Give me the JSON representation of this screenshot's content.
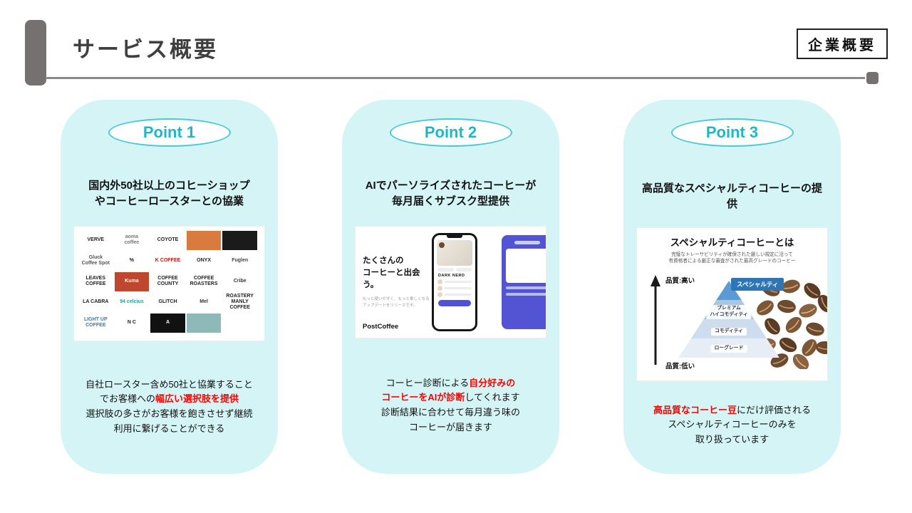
{
  "colors": {
    "accent_teal": "#1cb8c8",
    "card_bg": "#d5f4f5",
    "highlight_red": "#ff0000",
    "pyramid_blue": "#2e75b6"
  },
  "header": {
    "title": "サービス概要",
    "badge": "企業概要"
  },
  "cards": [
    {
      "point": "Point 1",
      "heading": "国内外50社以上のコヒーショップ\nやコーヒーロースターとの協業",
      "desc_segments": [
        {
          "text": "自社ロースター含め50社と協業すること\nでお客様への",
          "red": false
        },
        {
          "text": "幅広い選択肢を提供",
          "red": true
        },
        {
          "text": "\n選択肢の多さがお客様を飽きさせず継続\n利用に繋げることができる",
          "red": false
        }
      ],
      "logos": [
        {
          "t": "VERVE"
        },
        {
          "t": "aoma\ncoffee",
          "c": "#777"
        },
        {
          "t": "COYOTE"
        },
        {
          "t": "",
          "b": "#d97b3f"
        },
        {
          "t": "",
          "b": "#1b1b1b"
        },
        {
          "t": "Gluck\nCoffee Spot",
          "c": "#555"
        },
        {
          "t": "%",
          "c": "#111"
        },
        {
          "t": "K COFFEE",
          "c": "#b71c1c"
        },
        {
          "t": "ONYX"
        },
        {
          "t": "Fuglen",
          "c": "#444"
        },
        {
          "t": "LEAVES\nCOFFEE"
        },
        {
          "t": "Kuma",
          "b": "#c0472f",
          "c": "#fff"
        },
        {
          "t": "COFFEE\nCOUNTY"
        },
        {
          "t": "COFFEE\nROASTERS"
        },
        {
          "t": "Cribe",
          "c": "#333"
        },
        {
          "t": "LA CABRA"
        },
        {
          "t": "94 celcius",
          "c": "#2a9d8f"
        },
        {
          "t": "GLITCH"
        },
        {
          "t": "Mel",
          "c": "#333"
        },
        {
          "t": "ROASTERY\nMANLY COFFEE"
        },
        {
          "t": "LIGHT UP\nCOFFEE",
          "c": "#2a7fb8"
        },
        {
          "t": "N C"
        },
        {
          "t": "A",
          "b": "#111",
          "c": "#fff"
        },
        {
          "t": "",
          "b": "#8fb8b8"
        }
      ]
    },
    {
      "point": "Point 2",
      "heading": "AIでパーソライズされたコーヒーが\n毎月届くサブスク型提供",
      "desc_segments": [
        {
          "text": "コーヒー診断による",
          "red": false
        },
        {
          "text": "自分好みの\nコーヒーをAIが診断",
          "red": true
        },
        {
          "text": "してくれます\n診断結果に合わせて毎月違う味の\nコーヒーが届きます",
          "red": false
        }
      ],
      "app": {
        "catch": "たくさんの\nコーヒーと出会う。",
        "sub": "もっと使いやすく、もっと楽しくなる\nアップデートをリリースです。",
        "brand": "PostCoffee",
        "screen_label": "DARK NERD"
      }
    },
    {
      "point": "Point 3",
      "heading": "高品質なスペシャルティコーヒーの提供",
      "desc_segments": [
        {
          "text": "高品質なコーヒー豆",
          "red": true
        },
        {
          "text": "にだけ評価される\nスペシャルティコーヒーのみを\n取り扱っています",
          "red": false
        }
      ],
      "diagram": {
        "title": "スペシャルティコーヒーとは",
        "subtitle": "完璧なトレーサビリティが確保された厳しい規定に沿って\n有資格者による厳正な審査がされた最高グレードのコーヒー",
        "axis_high": "品質:高い",
        "axis_low": "品質:低い",
        "layers": [
          "スペシャルティ",
          "プレミアム\nハイコモディティ",
          "コモディティ",
          "ローグレード"
        ]
      }
    }
  ]
}
